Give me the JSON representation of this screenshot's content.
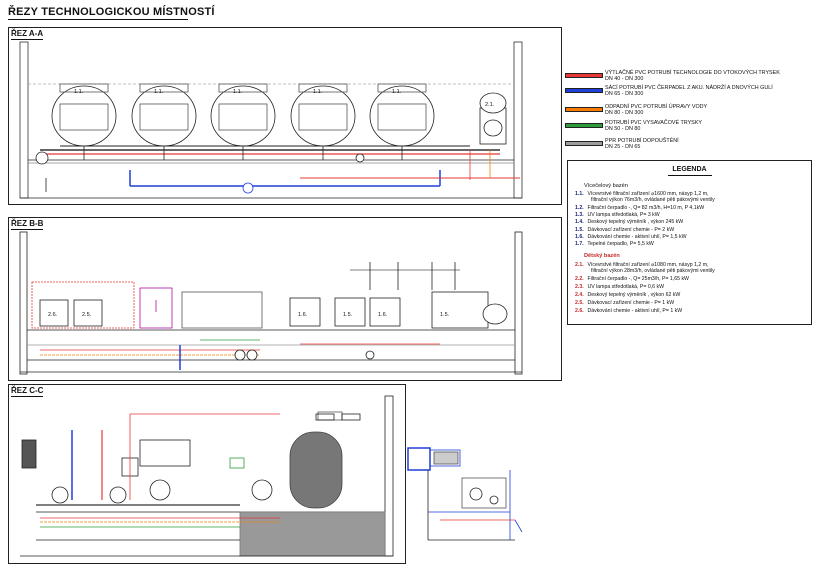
{
  "title": "ŘEZY TECHNOLOGICKOU MÍSTNOSTÍ",
  "sections": {
    "aa": {
      "label": "ŘEZ A-A"
    },
    "bb": {
      "label": "ŘEZ B-B"
    },
    "cc": {
      "label": "ŘEZ C-C"
    }
  },
  "drawing_labels": {
    "filters_a": [
      "1.1.",
      "1.1.",
      "1.1.",
      "1.1.",
      "1.1."
    ],
    "filter_a_kids": "2.1.",
    "units_b": [
      "2.6.",
      "2.5.",
      "1.6.",
      "1.5.",
      "1.6.",
      "1.5."
    ]
  },
  "pipe_legend": [
    {
      "text1": "VÝTLAČNÉ PVC POTRUBÍ TECHNOLOGIE DO VTOKOVÝCH TRYSEK",
      "text2": "DN 40 - DN 300",
      "color": "#e53935"
    },
    {
      "text1": "SÁCÍ POTRUBÍ PVC ČERPADEL Z AKU. NÁDRŽÍ A DNOVÝCH GULÍ",
      "text2": "DN 65 - DN 300",
      "color": "#1e3fd8"
    },
    {
      "text1": "ODPADNÍ PVC POTRUBÍ ÚPRAVY VODY",
      "text2": "DN 80 - DN 300",
      "color": "#f57c00"
    },
    {
      "text1": "POTRUBÍ PVC VYSAVAČOVÉ TRYSKY",
      "text2": "DN 50 - DN 80",
      "color": "#2e9c3a"
    },
    {
      "text1": "PPR POTRUBÍ DOPOUŠTĚNÍ",
      "text2": "DN 25 - DN 65",
      "color": "#9e9e9e"
    }
  ],
  "legend": {
    "title": "LEGENDA",
    "group1": "Vícečelový bazén",
    "items1": [
      {
        "code": "1.1.",
        "text": "Vícevrstvé filtrační zařízení ⌀1600 mm, násyp 1,2 m,",
        "text2": "filtrační výkon 76m3/h, ovládané pěti pákovými ventily"
      },
      {
        "code": "1.2.",
        "text": "Filtrační čerpadlo -, Q= 82 m3/h, H=10 m, P 4,1kW",
        "text2": ""
      },
      {
        "code": "1.3.",
        "text": "UV lampa středotlaká, P= 3 kW",
        "text2": ""
      },
      {
        "code": "1.4.",
        "text": "Deskový tepelný výměník , výkon 245 kW",
        "text2": ""
      },
      {
        "code": "1.5.",
        "text": "Dávkovací zařízení chemie - P= 2 kW",
        "text2": ""
      },
      {
        "code": "1.6.",
        "text": "Dávkování chemie - aktivní uhlí, P= 1,5 kW",
        "text2": ""
      },
      {
        "code": "1.7.",
        "text": "Tepelné čerpadlo, P= 5,5 kW",
        "text2": ""
      }
    ],
    "group2": "Dětský bazén",
    "items2": [
      {
        "code": "2.1.",
        "text": "Vícevrstvé filtrační zařízení ⌀1080 mm, násyp 1,2 m,",
        "text2": "filtrační výkon 28m3/h, ovládané pěti pákovými ventily"
      },
      {
        "code": "2.2.",
        "text": "Filtrační čerpadlo -, Q= 25m3/h, P= 1,65 kW",
        "text2": ""
      },
      {
        "code": "2.3.",
        "text": "UV lampa středotlaká, P= 0,6 kW",
        "text2": ""
      },
      {
        "code": "2.4.",
        "text": "Deskový tepelný výměník , výkon 62 kW",
        "text2": ""
      },
      {
        "code": "2.5.",
        "text": "Dávkovací zařízení chemie - P= 1 kW",
        "text2": ""
      },
      {
        "code": "2.6.",
        "text": "Dávkování chemie - aktivní uhlí, P= 1 kW",
        "text2": ""
      }
    ]
  }
}
